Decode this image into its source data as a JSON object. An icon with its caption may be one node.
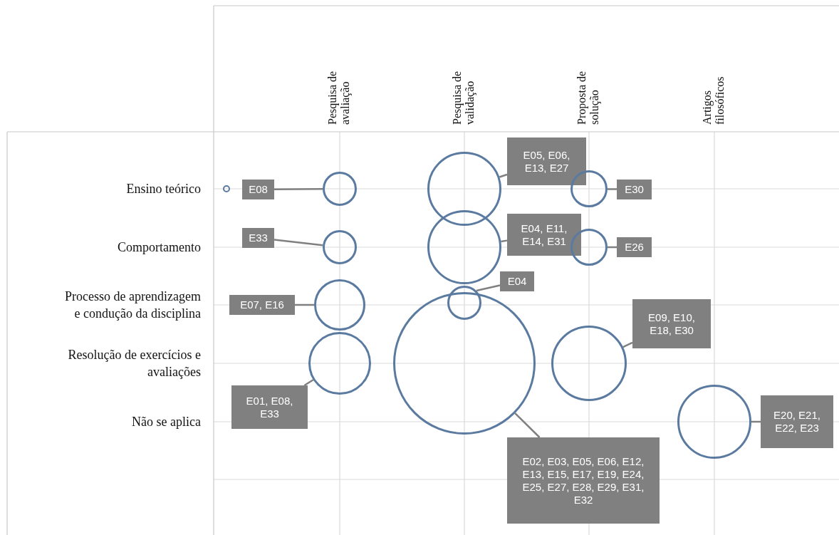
{
  "diagram": {
    "nodes": [
      {
        "text": [],
        "shape": "circle"
      },
      {
        "text": [
          "E08"
        ]
      },
      {
        "text": [],
        "shape": "circle"
      },
      {
        "text": [],
        "shape": "circle"
      },
      {
        "text": [
          "E05, E06, E13, E27"
        ]
      },
      {
        "text": [],
        "shape": "circle"
      },
      {
        "text": [
          "E30"
        ]
      },
      {
        "text": [
          "E33"
        ]
      },
      {
        "text": [],
        "shape": "circle"
      },
      {
        "text": [],
        "shape": "circle"
      },
      {
        "text": [
          "E04, E11, E14, E31"
        ]
      },
      {
        "text": [],
        "shape": "circle"
      },
      {
        "text": [
          "E26"
        ]
      },
      {
        "text": [
          "E07, E16"
        ]
      },
      {
        "text": [],
        "shape": "circle"
      },
      {
        "text": [],
        "shape": "circle"
      },
      {
        "text": [
          "E04"
        ]
      },
      {
        "text": [
          "E09, E10, E18, E30"
        ]
      },
      {
        "text": [],
        "shape": "circle"
      },
      {
        "text": [],
        "shape": "circle"
      },
      {
        "text": [],
        "shape": "circle"
      },
      {
        "text": [
          "E01, E08, E33"
        ]
      },
      {
        "text": [],
        "shape": "circle"
      },
      {
        "text": [
          "E20, E21, E22, E23"
        ]
      },
      {
        "text": [
          "E02, E03, E05, E06, E12, E13, E15, E17, E19, E24, E25, E27, E28, E29, E31, E32"
        ]
      }
    ],
    "edges": [
      {
        "from": 1,
        "to": 2,
        "arrow": "none"
      },
      {
        "from": 4,
        "to": 3,
        "arrow": "none"
      },
      {
        "from": 6,
        "to": 5,
        "arrow": "none"
      },
      {
        "from": 7,
        "to": 8,
        "arrow": "none"
      },
      {
        "from": 10,
        "to": 9,
        "arrow": "none"
      },
      {
        "from": 12,
        "to": 11,
        "arrow": "none"
      },
      {
        "from": 13,
        "to": 14,
        "arrow": "none"
      },
      {
        "from": 16,
        "to": 15,
        "arrow": "none"
      },
      {
        "from": 17,
        "to": 20,
        "arrow": "none"
      },
      {
        "from": 21,
        "to": 18,
        "arrow": "none"
      },
      {
        "from": 23,
        "to": 22,
        "arrow": "none"
      },
      {
        "from": 24,
        "to": 19,
        "arrow": "none"
      }
    ],
    "labels": [
      "Pesquisa de avaliação",
      "Pesquisa de validação",
      "Proposta de solução",
      "Artigos filosóficos",
      "Ensino teórico",
      "Comportamento",
      "Processo de aprendizagem e condução da disciplina",
      "Resolução de exercícios e avaliações",
      "Não se aplica"
    ]
  }
}
